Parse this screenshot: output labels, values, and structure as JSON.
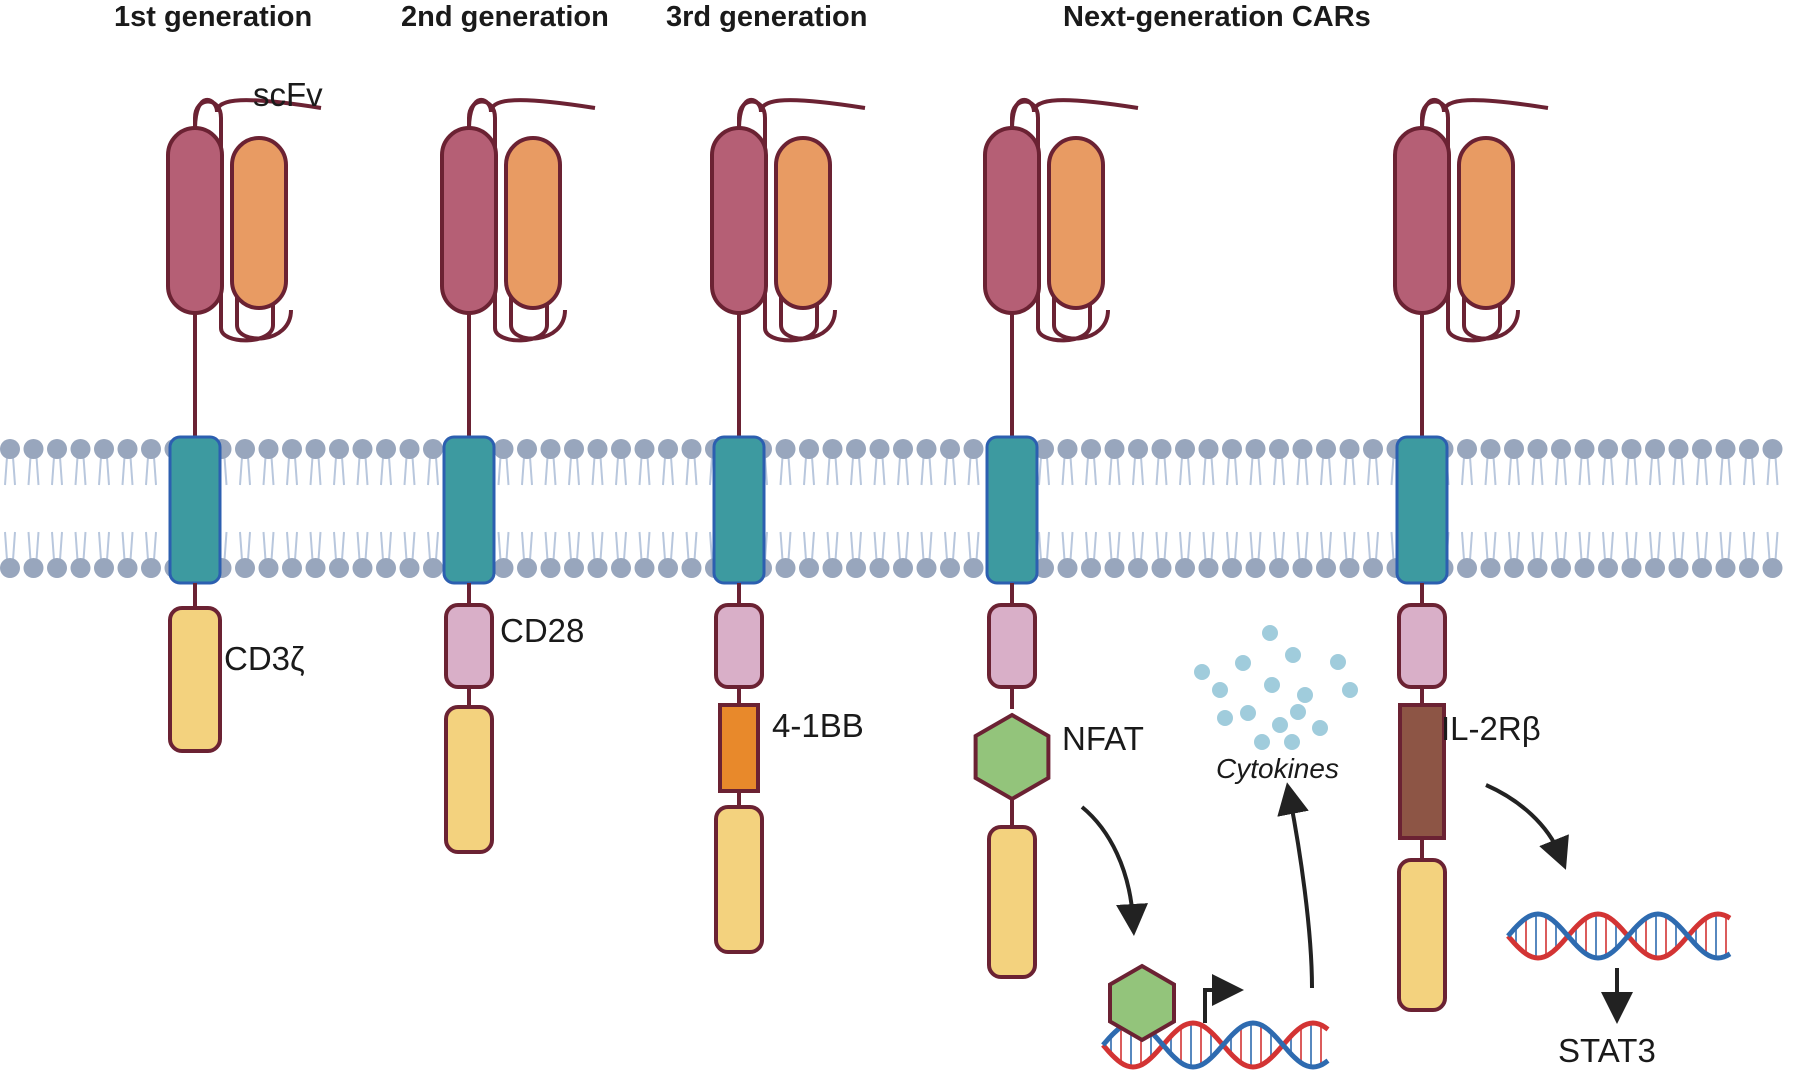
{
  "titles": {
    "gen1": "1st generation",
    "gen2": "2nd generation",
    "gen3": "3rd generation",
    "next": "Next-generation CARs"
  },
  "labels": {
    "scfv": "scFv",
    "cd3z": "CD3ζ",
    "cd28": "CD28",
    "bb41": "4-1BB",
    "nfat": "NFAT",
    "cytokines": "Cytokines",
    "il2rb": "IL-2Rβ",
    "stat3": "STAT3"
  },
  "colors": {
    "heavy_chain": "#b55f75",
    "light_chain": "#e89b63",
    "outline": "#6b2233",
    "transmembrane": "#3d9aa0",
    "transmembrane_border": "#2c5fb0",
    "costim_cd28": "#d9afc8",
    "cd3z": "#f3d27e",
    "bb41": "#e8892b",
    "nfat": "#93c47b",
    "il2rb": "#8d5545",
    "membrane_head": "#98a6bd",
    "membrane_tail": "#b8c7dd",
    "dna_red": "#d33434",
    "dna_blue": "#2e6bb0",
    "cytokine_dot": "#8fc3d6"
  },
  "icons": [
    "dna-icon",
    "arrow-icon",
    "hexagon-icon"
  ]
}
